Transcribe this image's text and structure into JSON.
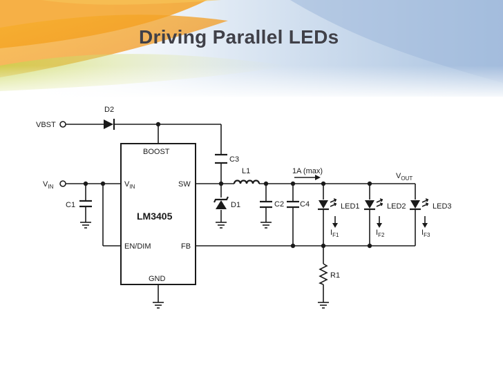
{
  "slide": {
    "title": "Driving Parallel LEDs"
  },
  "schematic": {
    "ic": {
      "name": "LM3405",
      "pins": {
        "boost": "BOOST",
        "vin": "V",
        "vin_sub": "IN",
        "sw": "SW",
        "en_dim": "EN/DIM",
        "fb": "FB",
        "gnd": "GND"
      }
    },
    "nets": {
      "vbst": "VBST",
      "vin": "V",
      "vin_sub": "IN",
      "vout": "V",
      "vout_sub": "OUT",
      "current": "1A (max)"
    },
    "components": {
      "d2": "D2",
      "c3": "C3",
      "l1": "L1",
      "d1": "D1",
      "c1": "C1",
      "c2": "C2",
      "c4": "C4",
      "r1": "R1",
      "led1": "LED1",
      "led2": "LED2",
      "led3": "LED3"
    },
    "currents": {
      "if1": "I",
      "if1_sub": "F1",
      "if2": "I",
      "if2_sub": "F2",
      "if3": "I",
      "if3_sub": "F3"
    }
  },
  "colors": {
    "title": "#404048",
    "wire": "#1a1a1a",
    "header_orange": "#f0a020",
    "header_blue": "#b8cde6"
  }
}
